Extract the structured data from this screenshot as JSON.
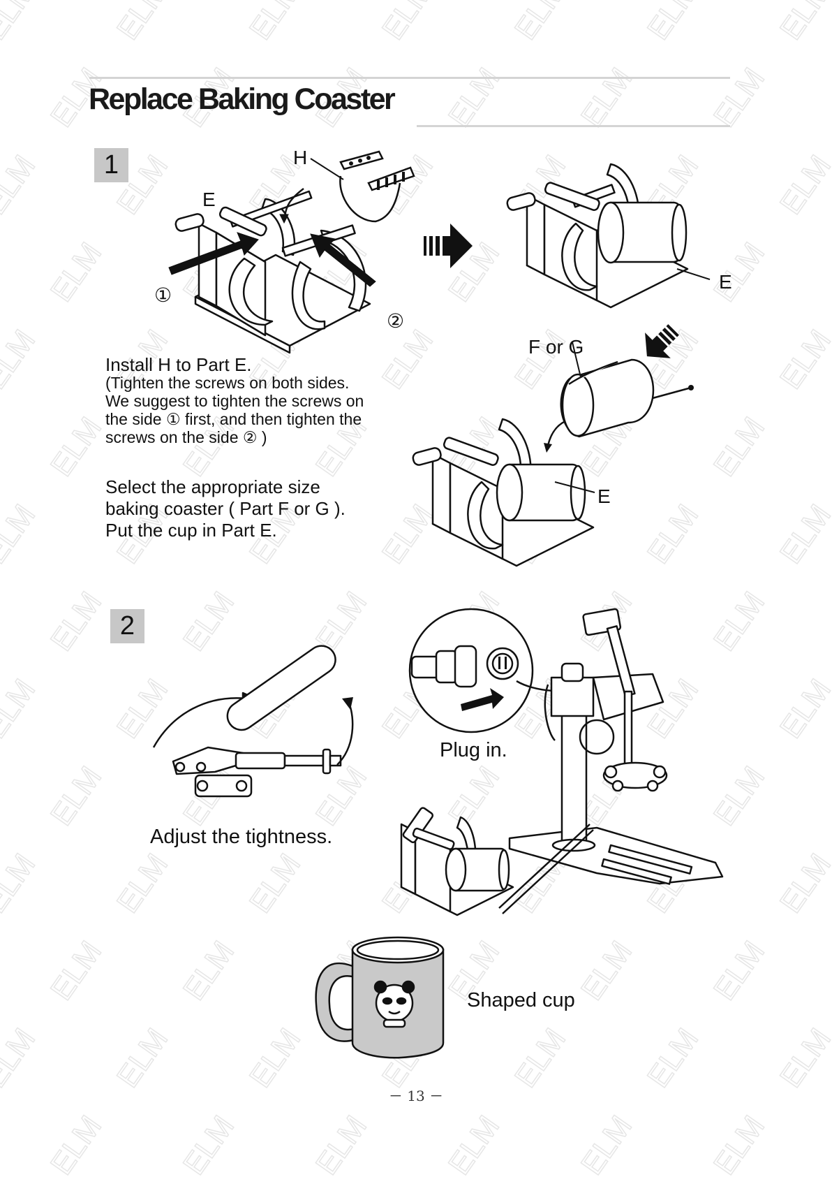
{
  "page": {
    "title": "Replace Baking Coaster",
    "page_number": "－ 13 －",
    "watermark": "ELM"
  },
  "step1": {
    "badge": "1",
    "labels": {
      "H": "H",
      "E_left": "E",
      "E_right": "E",
      "E_bottom": "E",
      "circle_1": "①",
      "circle_2": "②",
      "f_or_g": "F or G"
    },
    "install_title": "Install H to Part E.",
    "install_detail": "(Tighten the screws on both sides.\nWe suggest to tighten the screws on\nthe side ① first, and then tighten the\nscrews on the side ② )",
    "select_text": "Select the appropriate size\nbaking coaster ( Part F or G ).\nPut the cup in Part E."
  },
  "step2": {
    "badge": "2",
    "plug_in": "Plug in.",
    "adjust": "Adjust the tightness.",
    "shaped_cup": "Shaped cup"
  }
}
